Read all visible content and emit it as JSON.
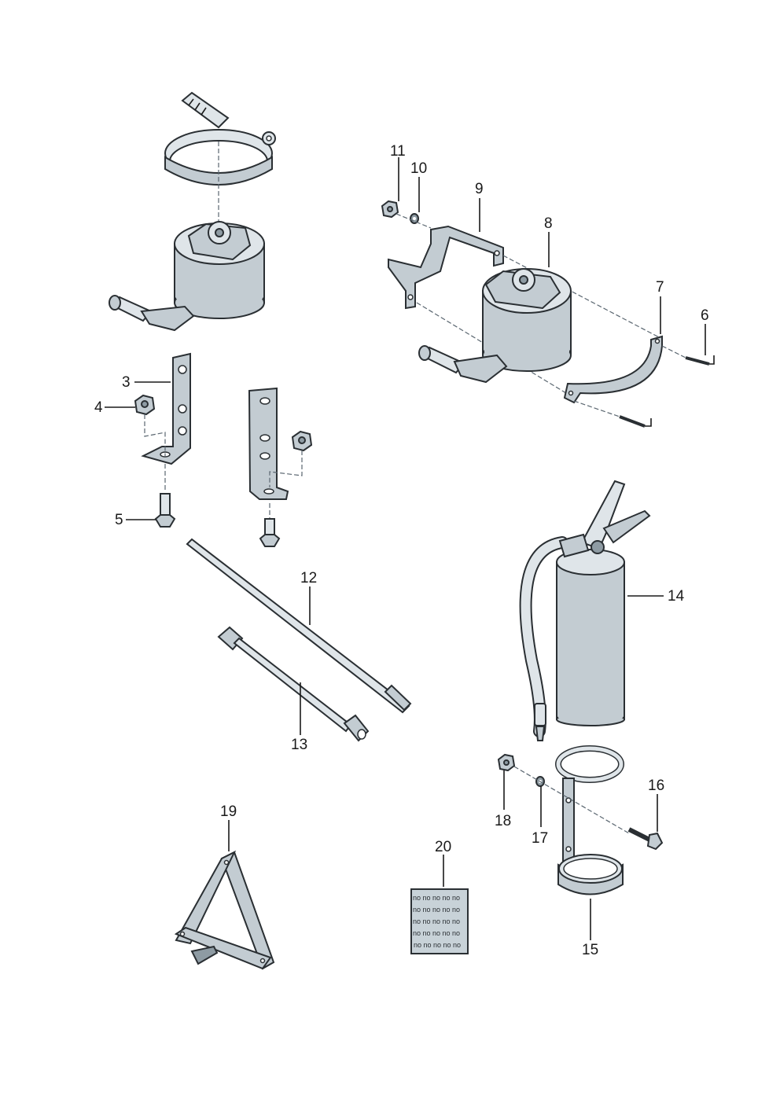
{
  "diagram": {
    "type": "exploded-parts-diagram",
    "colors": {
      "part_fill": "#c3ccd2",
      "part_outline": "#2a2f33",
      "leader_line": "#1a1a1a"
    },
    "callouts": [
      {
        "id": "3",
        "label": "3"
      },
      {
        "id": "4",
        "label": "4"
      },
      {
        "id": "5",
        "label": "5"
      },
      {
        "id": "6",
        "label": "6"
      },
      {
        "id": "7",
        "label": "7"
      },
      {
        "id": "8",
        "label": "8"
      },
      {
        "id": "9",
        "label": "9"
      },
      {
        "id": "10",
        "label": "10"
      },
      {
        "id": "11",
        "label": "11"
      },
      {
        "id": "12",
        "label": "12"
      },
      {
        "id": "13",
        "label": "13"
      },
      {
        "id": "14",
        "label": "14"
      },
      {
        "id": "15",
        "label": "15"
      },
      {
        "id": "16",
        "label": "16"
      },
      {
        "id": "17",
        "label": "17"
      },
      {
        "id": "18",
        "label": "18"
      },
      {
        "id": "19",
        "label": "19"
      },
      {
        "id": "20",
        "label": "20"
      }
    ],
    "decal_text": "no no no no no"
  }
}
